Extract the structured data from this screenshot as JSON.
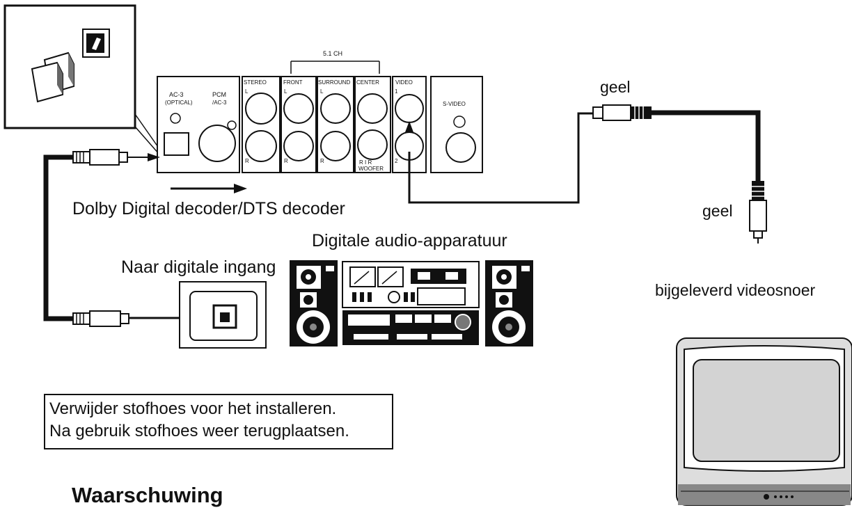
{
  "panel": {
    "ch_label": "5.1 CH",
    "ac3_label": "AC-3",
    "ac3_sub": "(OPTICAL)",
    "pcm_label": "PCM",
    "pcm_sub": "/AC-3",
    "stereo": "STEREO",
    "front": "FRONT",
    "surround": "SURROUND",
    "center": "CENTER",
    "video": "VIDEO",
    "svideo": "S-VIDEO",
    "left": "L",
    "right": "R",
    "video_1": "1",
    "video_2": "2",
    "woofer_1": "R I R",
    "woofer_2": "WOOFER"
  },
  "labels": {
    "decoder": "Dolby Digital decoder/DTS decoder",
    "digital_audio": "Digitale audio-apparatuur",
    "digital_input": "Naar digitale ingang",
    "cable_top": "geel",
    "cable_bottom": "geel",
    "video_cord": "bijgeleverd videosnoer"
  },
  "note": {
    "line1": "Verwijder stofhoes voor het installeren.",
    "line2": "Na gebruik stofhoes weer terugplaatsen."
  },
  "warning": "Waarschuwing"
}
